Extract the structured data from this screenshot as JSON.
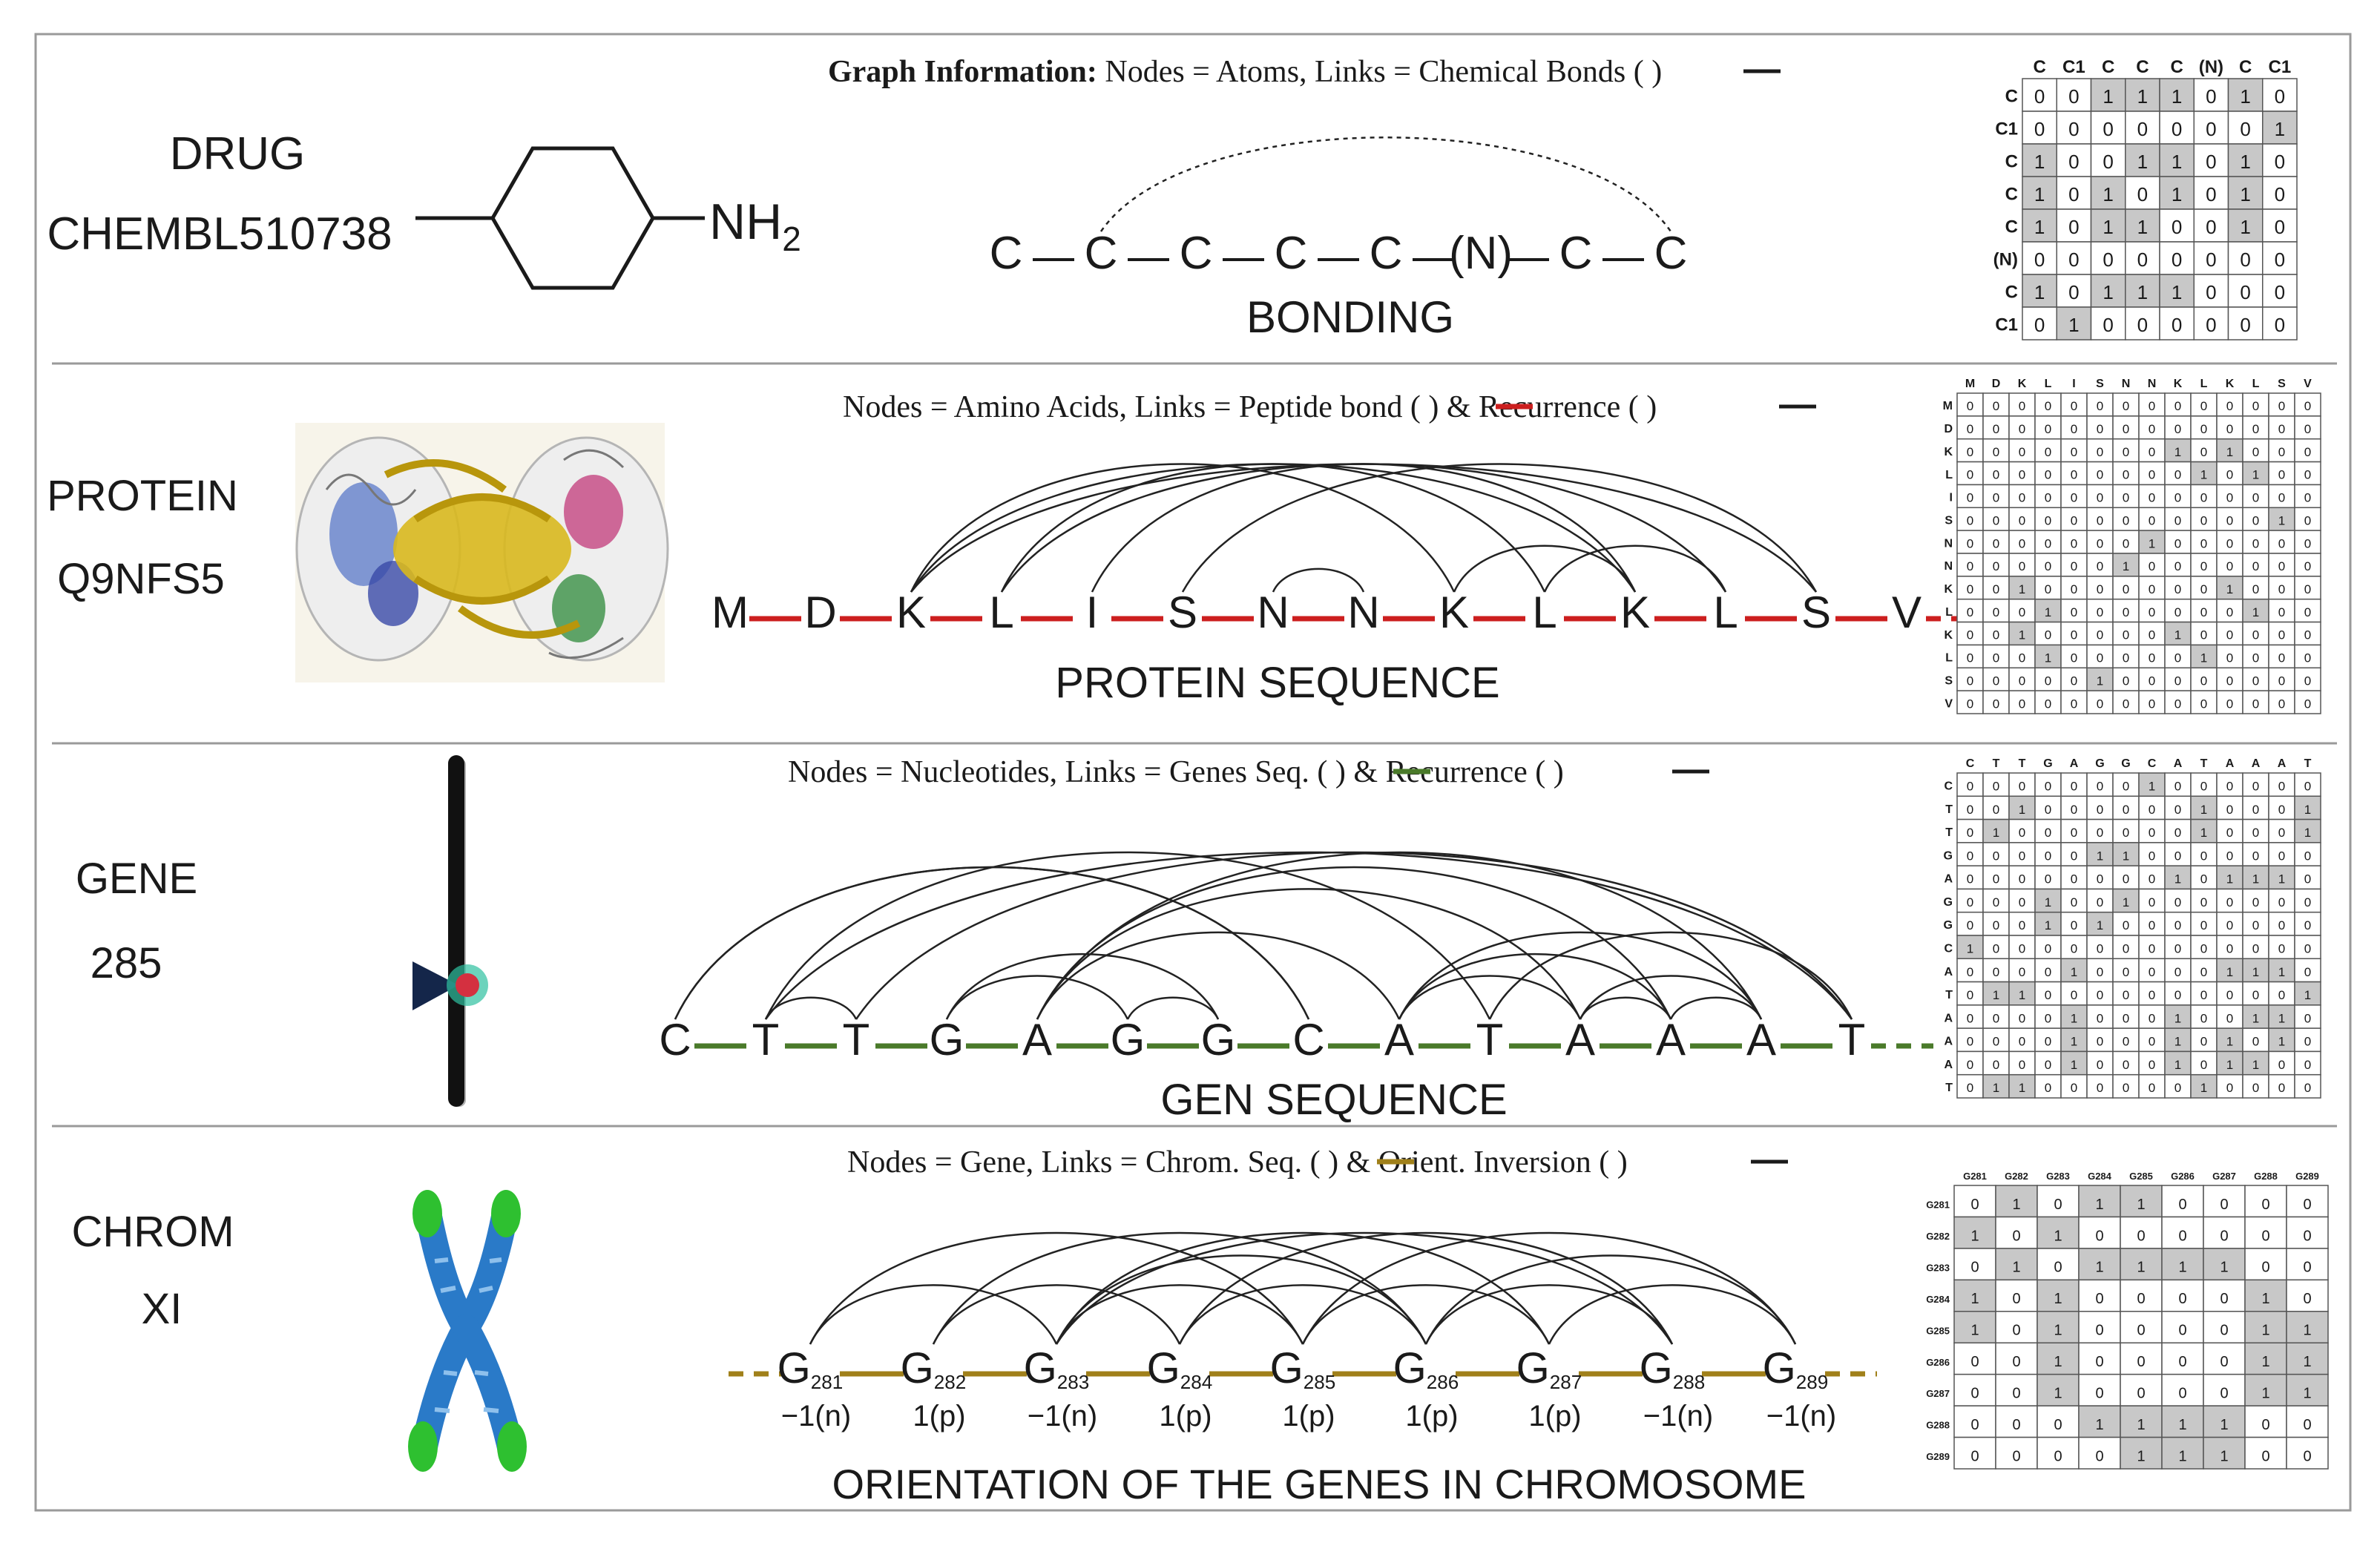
{
  "rows": [
    {
      "id": "drug",
      "label_type": "DRUG",
      "label_id": "CHEMBL510738",
      "caption_bold": "Graph Information:",
      "caption_text": " Nodes = Atoms, Links = Chemical Bonds (",
      "caption_end": ")",
      "substituent_label": "NH",
      "substituent_sub": "2",
      "sequence_title": "BONDING",
      "nodes": [
        "C",
        "C",
        "C",
        "C",
        "C",
        "(N)",
        "C",
        "C"
      ],
      "links": [
        [
          1,
          7
        ]
      ],
      "matrix": {
        "col_labels": [
          "C",
          "C1",
          "C",
          "C",
          "C",
          "(N)",
          "C",
          "C1"
        ],
        "row_labels": [
          "C",
          "C1",
          "C",
          "C",
          "C",
          "(N)",
          "C",
          "C1"
        ],
        "cells": [
          [
            0,
            0,
            1,
            1,
            1,
            0,
            1,
            0
          ],
          [
            0,
            0,
            0,
            0,
            0,
            0,
            0,
            1
          ],
          [
            1,
            0,
            0,
            1,
            1,
            0,
            1,
            0
          ],
          [
            1,
            0,
            1,
            0,
            1,
            0,
            1,
            0
          ],
          [
            1,
            0,
            1,
            1,
            0,
            0,
            1,
            0
          ],
          [
            0,
            0,
            0,
            0,
            0,
            0,
            0,
            0
          ],
          [
            1,
            0,
            1,
            1,
            1,
            0,
            0,
            0
          ],
          [
            0,
            1,
            0,
            0,
            0,
            0,
            0,
            0
          ]
        ]
      }
    },
    {
      "id": "protein",
      "label_type": "PROTEIN",
      "label_id": "Q9NFS5",
      "caption_text": "Nodes = Amino Acids, Links = Peptide bond (",
      "caption_mid": ") & Recurrence (",
      "caption_end": ")",
      "sequence_title": "PROTEIN SEQUENCE",
      "nodes": [
        "M",
        "D",
        "K",
        "L",
        "I",
        "S",
        "N",
        "N",
        "K",
        "L",
        "K",
        "L",
        "S",
        "V"
      ],
      "links": [
        [
          2,
          8
        ],
        [
          2,
          10
        ],
        [
          3,
          9
        ],
        [
          3,
          11
        ],
        [
          5,
          12
        ],
        [
          6,
          7
        ],
        [
          8,
          10
        ],
        [
          9,
          11
        ],
        [
          4,
          10
        ],
        [
          2,
          12
        ]
      ],
      "matrix": {
        "col_labels": [
          "M",
          "D",
          "K",
          "L",
          "I",
          "S",
          "N",
          "N",
          "K",
          "L",
          "K",
          "L",
          "S",
          "V"
        ],
        "row_labels": [
          "M",
          "D",
          "K",
          "L",
          "I",
          "S",
          "N",
          "N",
          "K",
          "L",
          "K",
          "L",
          "S",
          "V"
        ],
        "cells": [
          [
            0,
            0,
            0,
            0,
            0,
            0,
            0,
            0,
            0,
            0,
            0,
            0,
            0,
            0
          ],
          [
            0,
            0,
            0,
            0,
            0,
            0,
            0,
            0,
            0,
            0,
            0,
            0,
            0,
            0
          ],
          [
            0,
            0,
            0,
            0,
            0,
            0,
            0,
            0,
            1,
            0,
            1,
            0,
            0,
            0
          ],
          [
            0,
            0,
            0,
            0,
            0,
            0,
            0,
            0,
            0,
            1,
            0,
            1,
            0,
            0
          ],
          [
            0,
            0,
            0,
            0,
            0,
            0,
            0,
            0,
            0,
            0,
            0,
            0,
            0,
            0
          ],
          [
            0,
            0,
            0,
            0,
            0,
            0,
            0,
            0,
            0,
            0,
            0,
            0,
            1,
            0
          ],
          [
            0,
            0,
            0,
            0,
            0,
            0,
            0,
            1,
            0,
            0,
            0,
            0,
            0,
            0
          ],
          [
            0,
            0,
            0,
            0,
            0,
            0,
            1,
            0,
            0,
            0,
            0,
            0,
            0,
            0
          ],
          [
            0,
            0,
            1,
            0,
            0,
            0,
            0,
            0,
            0,
            0,
            1,
            0,
            0,
            0
          ],
          [
            0,
            0,
            0,
            1,
            0,
            0,
            0,
            0,
            0,
            0,
            0,
            1,
            0,
            0
          ],
          [
            0,
            0,
            1,
            0,
            0,
            0,
            0,
            0,
            1,
            0,
            0,
            0,
            0,
            0
          ],
          [
            0,
            0,
            0,
            1,
            0,
            0,
            0,
            0,
            0,
            1,
            0,
            0,
            0,
            0
          ],
          [
            0,
            0,
            0,
            0,
            0,
            1,
            0,
            0,
            0,
            0,
            0,
            0,
            0,
            0
          ],
          [
            0,
            0,
            0,
            0,
            0,
            0,
            0,
            0,
            0,
            0,
            0,
            0,
            0,
            0
          ]
        ]
      }
    },
    {
      "id": "gene",
      "label_type": "GENE",
      "label_id": "285",
      "caption_text": "Nodes = Nucleotides, Links = Genes Seq. (",
      "caption_mid": ") & Recurrence (",
      "caption_end": ")",
      "sequence_title": "GEN SEQUENCE",
      "nodes": [
        "C",
        "T",
        "T",
        "G",
        "A",
        "G",
        "G",
        "C",
        "A",
        "T",
        "A",
        "A",
        "A",
        "T"
      ],
      "links": [
        [
          0,
          7
        ],
        [
          1,
          2
        ],
        [
          1,
          9
        ],
        [
          2,
          13
        ],
        [
          3,
          5
        ],
        [
          3,
          6
        ],
        [
          4,
          8
        ],
        [
          4,
          10
        ],
        [
          4,
          11
        ],
        [
          4,
          12
        ],
        [
          5,
          6
        ],
        [
          7,
          0
        ],
        [
          8,
          10
        ],
        [
          8,
          11
        ],
        [
          8,
          12
        ],
        [
          9,
          13
        ],
        [
          10,
          11
        ],
        [
          11,
          12
        ],
        [
          10,
          12
        ],
        [
          1,
          13
        ]
      ],
      "matrix": {
        "col_labels": [
          "C",
          "T",
          "T",
          "G",
          "A",
          "G",
          "G",
          "C",
          "A",
          "T",
          "A",
          "A",
          "A",
          "T"
        ],
        "row_labels": [
          "C",
          "T",
          "T",
          "G",
          "A",
          "G",
          "G",
          "C",
          "A",
          "T",
          "A",
          "A",
          "A",
          "T"
        ],
        "cells": [
          [
            0,
            0,
            0,
            0,
            0,
            0,
            0,
            1,
            0,
            0,
            0,
            0,
            0,
            0
          ],
          [
            0,
            0,
            1,
            0,
            0,
            0,
            0,
            0,
            0,
            1,
            0,
            0,
            0,
            1
          ],
          [
            0,
            1,
            0,
            0,
            0,
            0,
            0,
            0,
            0,
            1,
            0,
            0,
            0,
            1
          ],
          [
            0,
            0,
            0,
            0,
            0,
            1,
            1,
            0,
            0,
            0,
            0,
            0,
            0,
            0
          ],
          [
            0,
            0,
            0,
            0,
            0,
            0,
            0,
            0,
            1,
            0,
            1,
            1,
            1,
            0
          ],
          [
            0,
            0,
            0,
            1,
            0,
            0,
            1,
            0,
            0,
            0,
            0,
            0,
            0,
            0
          ],
          [
            0,
            0,
            0,
            1,
            0,
            1,
            0,
            0,
            0,
            0,
            0,
            0,
            0,
            0
          ],
          [
            1,
            0,
            0,
            0,
            0,
            0,
            0,
            0,
            0,
            0,
            0,
            0,
            0,
            0
          ],
          [
            0,
            0,
            0,
            0,
            1,
            0,
            0,
            0,
            0,
            0,
            1,
            1,
            1,
            0
          ],
          [
            0,
            1,
            1,
            0,
            0,
            0,
            0,
            0,
            0,
            0,
            0,
            0,
            0,
            1
          ],
          [
            0,
            0,
            0,
            0,
            1,
            0,
            0,
            0,
            1,
            0,
            0,
            1,
            1,
            0
          ],
          [
            0,
            0,
            0,
            0,
            1,
            0,
            0,
            0,
            1,
            0,
            1,
            0,
            1,
            0
          ],
          [
            0,
            0,
            0,
            0,
            1,
            0,
            0,
            0,
            1,
            0,
            1,
            1,
            0,
            0
          ],
          [
            0,
            1,
            1,
            0,
            0,
            0,
            0,
            0,
            0,
            1,
            0,
            0,
            0,
            0
          ]
        ]
      }
    },
    {
      "id": "chrom",
      "label_type": "CHROM",
      "label_id": "XI",
      "caption_text": "Nodes = Gene, Links = Chrom. Seq. (",
      "caption_mid": ") & Orient. Inversion (",
      "caption_end": ")",
      "sequence_title": "ORIENTATION OF THE GENES IN CHROMOSOME",
      "nodes": [
        "G",
        "G",
        "G",
        "G",
        "G",
        "G",
        "G",
        "G",
        "G"
      ],
      "node_subs": [
        "281",
        "282",
        "283",
        "284",
        "285",
        "286",
        "287",
        "288",
        "289"
      ],
      "orientations": [
        "−1(n)",
        "1(p)",
        "−1(n)",
        "1(p)",
        "1(p)",
        "1(p)",
        "1(p)",
        "−1(n)",
        "−1(n)"
      ],
      "links": [
        [
          0,
          2
        ],
        [
          0,
          4
        ],
        [
          1,
          3
        ],
        [
          2,
          4
        ],
        [
          2,
          5
        ],
        [
          2,
          6
        ],
        [
          2,
          7
        ],
        [
          3,
          5
        ],
        [
          4,
          6
        ],
        [
          4,
          8
        ],
        [
          5,
          7
        ],
        [
          5,
          8
        ],
        [
          6,
          8
        ],
        [
          1,
          5
        ],
        [
          3,
          7
        ]
      ],
      "matrix": {
        "col_labels": [
          "G281",
          "G282",
          "G283",
          "G284",
          "G285",
          "G286",
          "G287",
          "G288",
          "G289"
        ],
        "row_labels": [
          "G281",
          "G282",
          "G283",
          "G284",
          "G285",
          "G286",
          "G287",
          "G288",
          "G289"
        ],
        "cells": [
          [
            0,
            1,
            0,
            1,
            1,
            0,
            0,
            0,
            0
          ],
          [
            1,
            0,
            1,
            0,
            0,
            0,
            0,
            0,
            0
          ],
          [
            0,
            1,
            0,
            1,
            1,
            1,
            1,
            0,
            0
          ],
          [
            1,
            0,
            1,
            0,
            0,
            0,
            0,
            1,
            0
          ],
          [
            1,
            0,
            1,
            0,
            0,
            0,
            0,
            1,
            1
          ],
          [
            0,
            0,
            1,
            0,
            0,
            0,
            0,
            1,
            1
          ],
          [
            0,
            0,
            1,
            0,
            0,
            0,
            0,
            1,
            1
          ],
          [
            0,
            0,
            0,
            1,
            1,
            1,
            1,
            0,
            0
          ],
          [
            0,
            0,
            0,
            0,
            1,
            1,
            1,
            0,
            0
          ]
        ]
      }
    }
  ],
  "colors": {
    "frame": "#9a9a9a",
    "text": "#1a1a1a",
    "peptide": "#cc1f1f",
    "gene_seq": "#4a7a2a",
    "chrom_seq": "#a0801a",
    "matrix_fill": "#c8c8c8",
    "chrom_blue": "#2a7ac8",
    "chrom_green": "#2ec030",
    "protein_gold": "#d8b81e"
  },
  "icons": [
    "cyclohexane-structure",
    "protein-3d-structure",
    "gene-locus-marker",
    "chromosome-x-shape"
  ]
}
